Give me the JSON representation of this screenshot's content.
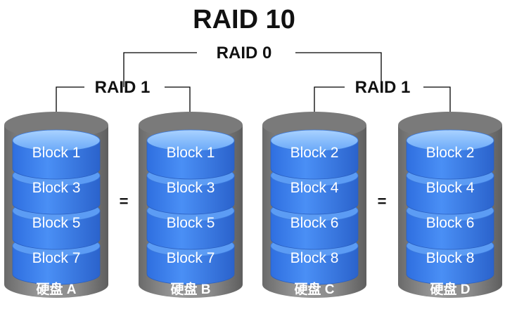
{
  "title": "RAID 10",
  "raid0_label": "RAID 0",
  "mirror_groups": [
    {
      "label": "RAID 1",
      "equals": "="
    },
    {
      "label": "RAID 1",
      "equals": "="
    }
  ],
  "disks": [
    {
      "label": "硬盘 A",
      "blocks": [
        "Block 1",
        "Block 3",
        "Block 5",
        "Block 7"
      ]
    },
    {
      "label": "硬盘 B",
      "blocks": [
        "Block 1",
        "Block 3",
        "Block 5",
        "Block 7"
      ]
    },
    {
      "label": "硬盘 C",
      "blocks": [
        "Block 2",
        "Block 4",
        "Block 6",
        "Block 8"
      ]
    },
    {
      "label": "硬盘 D",
      "blocks": [
        "Block 2",
        "Block 4",
        "Block 6",
        "Block 8"
      ]
    }
  ],
  "colors": {
    "disk_shell": "#8e8e8e",
    "disk_shell_dark": "#6f6f6f",
    "disk_top": "#7d7d7d",
    "block_fill": "#3c82f0",
    "block_top": "#7fb8fb",
    "block_edge": "#2a66c9",
    "text_on_block": "#ffffff",
    "connector": "#000000"
  }
}
